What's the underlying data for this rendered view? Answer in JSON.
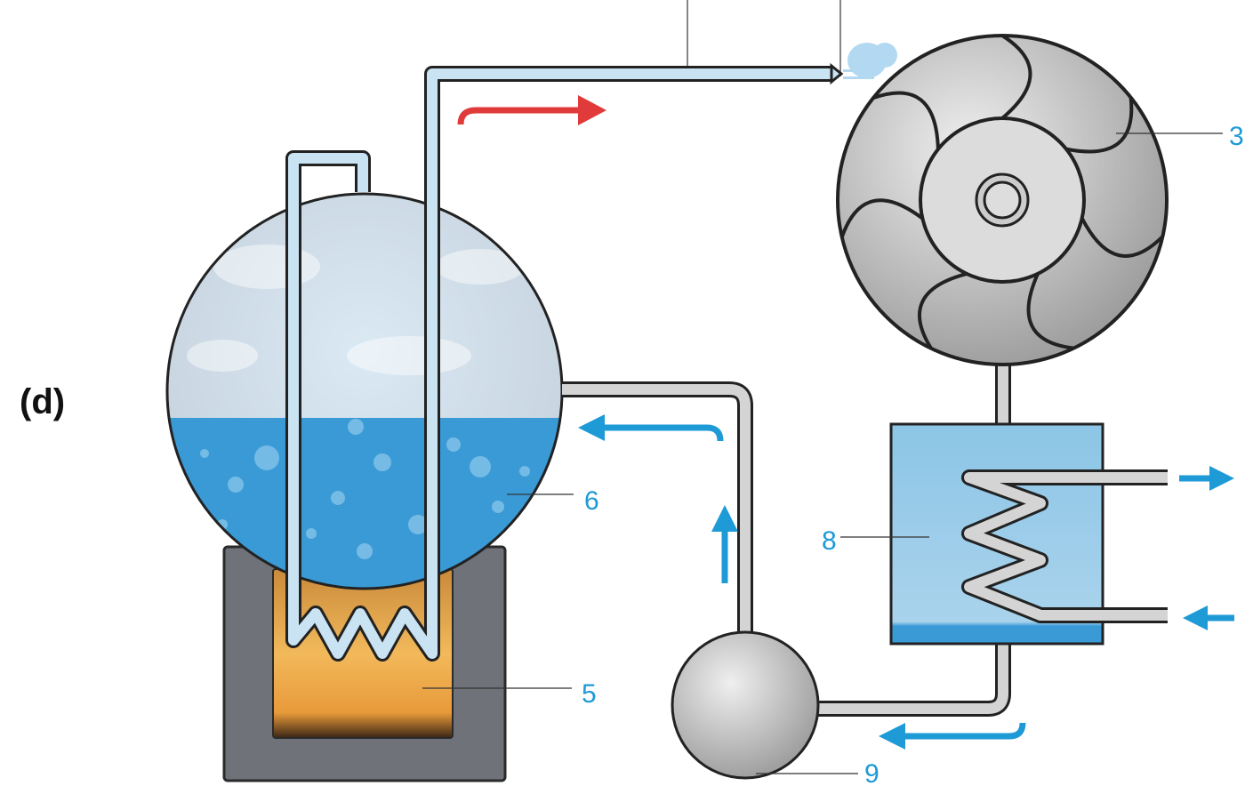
{
  "panel_label": "(d)",
  "labels": {
    "turbine": "3",
    "furnace": "5",
    "boiler": "6",
    "condenser": "8",
    "pump": "9"
  },
  "colors": {
    "water": "#3a9ad6",
    "steam_arrow": "#e03a3a",
    "water_arrow": "#1e9ad6",
    "furnace": "#6f7278",
    "label": "#1e9ad6"
  }
}
